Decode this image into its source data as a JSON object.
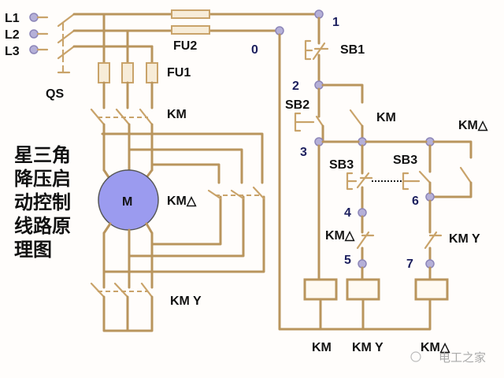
{
  "diagram": {
    "title_lines": [
      "星三角",
      "降压启",
      "动控制",
      "线路原",
      "理图"
    ],
    "power_labels": {
      "l1": "L1",
      "l2": "L2",
      "l3": "L3",
      "qs": "QS",
      "fu1": "FU1",
      "fu2": "FU2",
      "km_main": "KM",
      "km_delta_main": "KM△",
      "km_y_main": "KM Y",
      "motor": "M"
    },
    "control_labels": {
      "sb1": "SB1",
      "sb2": "SB2",
      "sb3_left": "SB3",
      "sb3_right": "SB3",
      "km_hold": "KM",
      "km_delta_hold": "KM△",
      "km_delta_nc": "KM△",
      "km_y_nc": "KM Y",
      "coil_km": "KM",
      "coil_kmy": "KM Y",
      "coil_kmd": "KM△"
    },
    "node_numbers": {
      "n0": "0",
      "n1": "1",
      "n2": "2",
      "n3": "3",
      "n4": "4",
      "n5": "5",
      "n6": "6",
      "n7": "7"
    },
    "watermark": "电工之家",
    "colors": {
      "wire": "#b9955d",
      "node": "#b5b0d8",
      "motor": "#9b9bef"
    }
  }
}
